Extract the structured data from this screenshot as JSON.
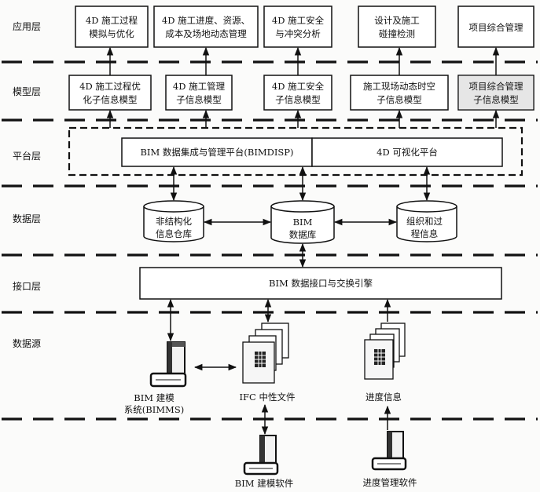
{
  "layers": [
    "应用层",
    "模型层",
    "平台层",
    "数据层",
    "接口层",
    "数据源"
  ],
  "application": [
    {
      "lines": [
        "4D 施工过程",
        "模拟与优化"
      ]
    },
    {
      "lines": [
        "4D 施工进度、资源、",
        "成本及场地动态管理"
      ]
    },
    {
      "lines": [
        "4D 施工安全",
        "与冲突分析"
      ]
    },
    {
      "lines": [
        "设计及施工",
        "碰撞检测"
      ]
    },
    {
      "lines": [
        "项目综合管理"
      ]
    }
  ],
  "model": [
    {
      "lines": [
        "4D 施工过程优",
        "化子信息模型"
      ]
    },
    {
      "lines": [
        "4D 施工管理",
        "子信息模型"
      ]
    },
    {
      "lines": [
        "4D 施工安全",
        "子信息模型"
      ]
    },
    {
      "lines": [
        "施工现场动态时空",
        "子信息模型"
      ]
    },
    {
      "lines": [
        "项目综合管理",
        "子信息模型"
      ]
    }
  ],
  "platform": {
    "left": "BIM 数据集成与管理平台(BIMDISP)",
    "right": "4D 可视化平台"
  },
  "data_layer": {
    "unstructured": [
      "非结构化",
      "信息仓库"
    ],
    "bim_db": [
      "BIM",
      "数据库"
    ],
    "org_process": [
      "组织和过",
      "程信息"
    ]
  },
  "interface": "BIM 数据接口与交换引擎",
  "sources": {
    "bim_system": [
      "BIM 建模",
      "系统(BIMMS)"
    ],
    "ifc": "IFC 中性文件",
    "schedule": "进度信息"
  },
  "software": {
    "bim": "BIM 建模软件",
    "schedule_mgmt": "进度管理软件"
  }
}
